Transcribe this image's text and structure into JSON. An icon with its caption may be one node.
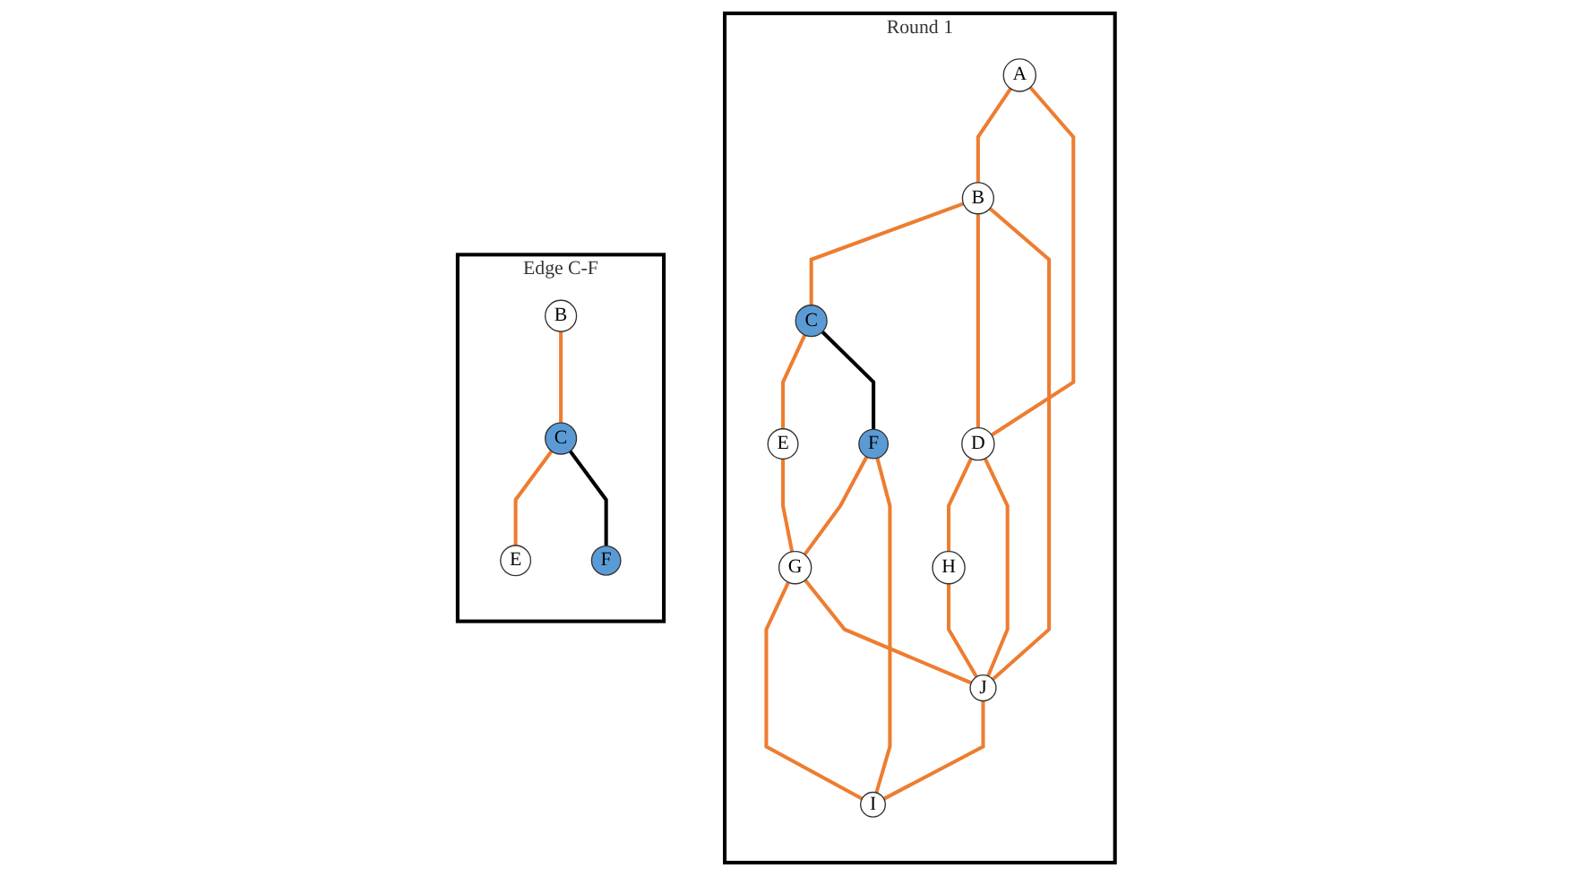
{
  "diagram": {
    "nodes": [
      {
        "text": [
          "Round 1"
        ]
      },
      {
        "text": [
          "B"
        ],
        "in": 0
      },
      {
        "text": [
          "C"
        ],
        "in": 0
      },
      {
        "text": [
          "A"
        ],
        "in": 0
      },
      {
        "text": [
          "E"
        ],
        "in": 0
      },
      {
        "text": [
          "F"
        ],
        "in": 0
      },
      {
        "text": [
          "D"
        ],
        "in": 0
      },
      {
        "text": [
          "G"
        ],
        "in": 0
      },
      {
        "text": [
          "I"
        ],
        "in": 0
      },
      {
        "text": [
          "H"
        ],
        "in": 0
      },
      {
        "text": [
          "J"
        ],
        "in": 0
      },
      {
        "text": [
          "Edge C-F"
        ]
      },
      {
        "text": [
          "B"
        ],
        "in": 11
      },
      {
        "text": [
          "C"
        ],
        "in": 11
      },
      {
        "text": [
          "E"
        ],
        "in": 11
      },
      {
        "text": [
          "F"
        ],
        "in": 11
      }
    ],
    "edges": [
      {
        "from": 3,
        "to": 1,
        "arrow": "none"
      },
      {
        "from": 1,
        "to": 2,
        "arrow": "none"
      },
      {
        "from": 3,
        "to": 6,
        "arrow": "none"
      },
      {
        "from": 1,
        "to": 6,
        "arrow": "none"
      },
      {
        "from": 1,
        "to": 10,
        "arrow": "none"
      },
      {
        "from": 2,
        "to": 4,
        "arrow": "none"
      },
      {
        "from": 2,
        "to": 5,
        "arrow": "none",
        "color": "#000000"
      },
      {
        "from": 4,
        "to": 7,
        "arrow": "none"
      },
      {
        "from": 5,
        "to": 7,
        "arrow": "none"
      },
      {
        "from": 5,
        "to": 8,
        "arrow": "none"
      },
      {
        "from": 7,
        "to": 8,
        "arrow": "none"
      },
      {
        "from": 7,
        "to": 10,
        "arrow": "none"
      },
      {
        "from": 6,
        "to": 9,
        "arrow": "none"
      },
      {
        "from": 6,
        "to": 10,
        "arrow": "none"
      },
      {
        "from": 9,
        "to": 10,
        "arrow": "none"
      },
      {
        "from": 10,
        "to": 8,
        "arrow": "none"
      },
      {
        "from": 12,
        "to": 13,
        "arrow": "none"
      },
      {
        "from": 13,
        "to": 14,
        "arrow": "none"
      },
      {
        "from": 13,
        "to": 15,
        "arrow": "none",
        "color": "#000000"
      }
    ]
  }
}
